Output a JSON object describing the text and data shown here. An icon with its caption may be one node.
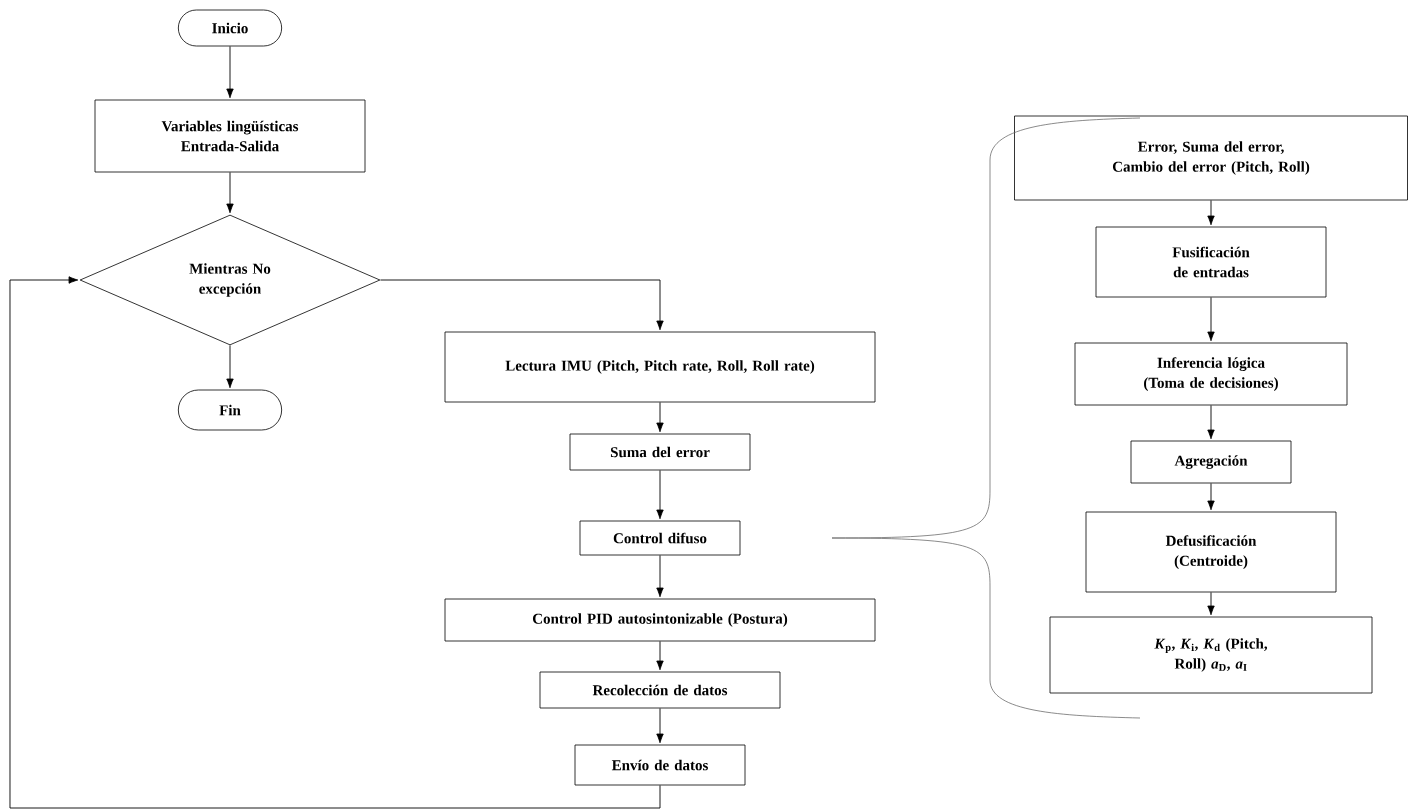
{
  "diagram": {
    "nodes": [
      {
        "text": [
          "Inicio"
        ]
      },
      {
        "text": [
          "Variables lingüísticas Entrada-Salida"
        ]
      },
      {
        "text": [
          "Mientras No excepción"
        ]
      },
      {
        "text": [
          "Fin"
        ]
      },
      {
        "text": [
          "Lectura IMU (Pitch, Pitch rate, Roll, Roll rate)"
        ]
      },
      {
        "text": [
          "Suma del error"
        ]
      },
      {
        "text": [
          "Control difuso"
        ]
      },
      {
        "text": [
          "Control PID autosintonizable (Postura)"
        ]
      },
      {
        "text": [
          "Recolección de datos"
        ]
      },
      {
        "text": [
          "Envío de datos"
        ]
      },
      {
        "text": [
          "Error, Suma del error, Cambio del error (Pitch, Roll)"
        ]
      },
      {
        "text": [
          "Fusificación de entradas"
        ]
      },
      {
        "text": [
          "Inferencia lógica (Toma de decisiones)"
        ]
      },
      {
        "text": [
          "Agregación"
        ]
      },
      {
        "text": [
          "Defusificación (Centroide)"
        ]
      },
      {
        "text": [
          "*K*$_{p}$, *K*$_{i}$, *K*$_{d}$ (Pitch, Roll) *a*$_{D}$, *a*$_{I}$"
        ]
      }
    ],
    "edges": [
      {
        "from": 0,
        "to": 1,
        "arrow": "to"
      },
      {
        "from": 1,
        "to": 2,
        "arrow": "to"
      },
      {
        "from": 2,
        "to": 3,
        "arrow": "to"
      },
      {
        "from": 2,
        "to": 4,
        "arrow": "to"
      },
      {
        "from": 4,
        "to": 5,
        "arrow": "to"
      },
      {
        "from": 5,
        "to": 6,
        "arrow": "to"
      },
      {
        "from": 6,
        "to": 7,
        "arrow": "to"
      },
      {
        "from": 7,
        "to": 8,
        "arrow": "to"
      },
      {
        "from": 8,
        "to": 9,
        "arrow": "to"
      },
      {
        "from": 9,
        "to": 2,
        "arrow": "to"
      },
      {
        "from": 10,
        "to": 11,
        "arrow": "to"
      },
      {
        "from": 11,
        "to": 12,
        "arrow": "to"
      },
      {
        "from": 12,
        "to": 13,
        "arrow": "to"
      },
      {
        "from": 13,
        "to": 14,
        "arrow": "to"
      },
      {
        "from": 14,
        "to": 15,
        "arrow": "to"
      }
    ]
  }
}
